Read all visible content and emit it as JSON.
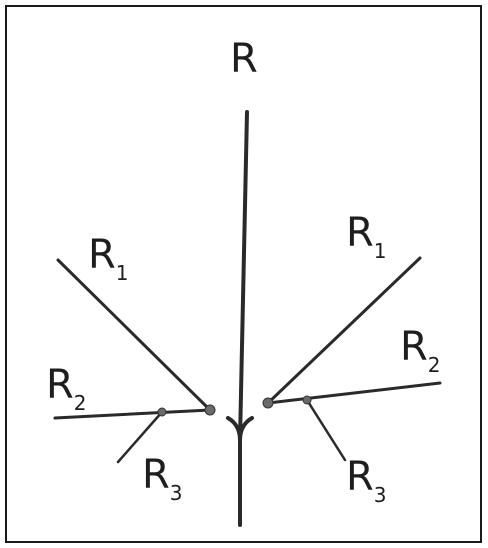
{
  "diagram": {
    "labels": {
      "root": "R",
      "left_primary": {
        "base": "R",
        "sub": "1"
      },
      "right_primary": {
        "base": "R",
        "sub": "1"
      },
      "left_secondary": {
        "base": "R",
        "sub": "2"
      },
      "right_secondary": {
        "base": "R",
        "sub": "2"
      },
      "left_tertiary": {
        "base": "R",
        "sub": "3"
      },
      "right_tertiary": {
        "base": "R",
        "sub": "3"
      }
    },
    "colors": {
      "line": "#2a2a2a",
      "node": "#6a6a6a",
      "frame": "#1a1a1a"
    }
  }
}
